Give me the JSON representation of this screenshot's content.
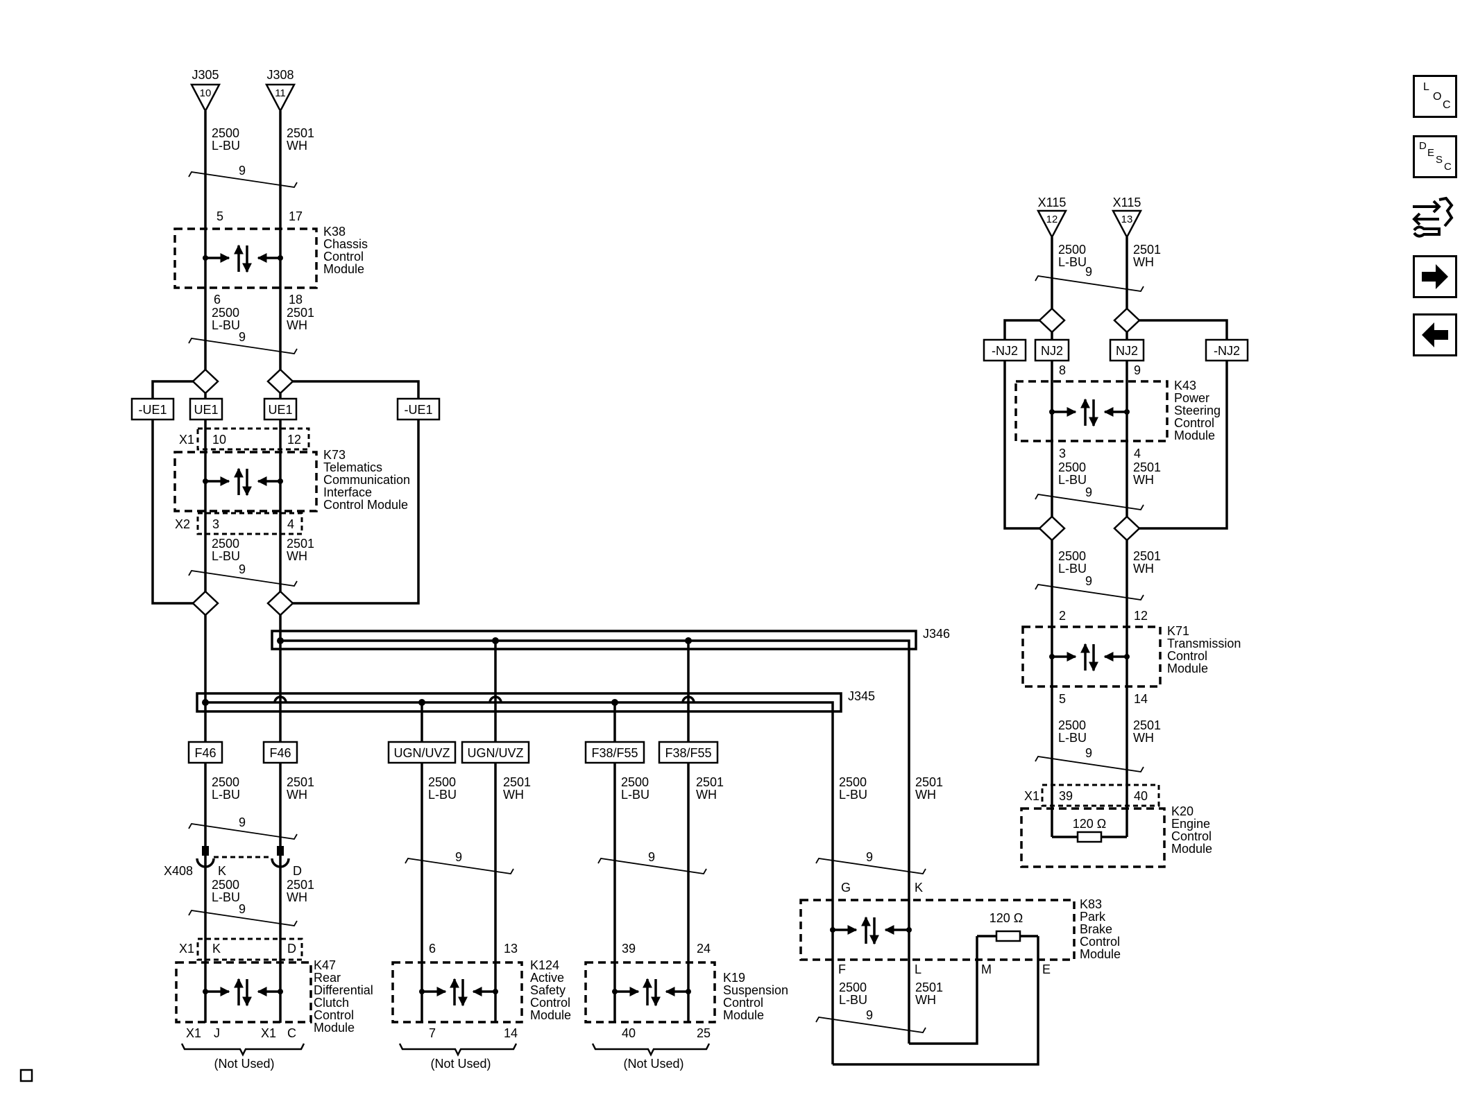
{
  "connectors_top": {
    "j305": {
      "name": "J305",
      "pin": "10"
    },
    "j308": {
      "name": "J308",
      "pin": "11"
    },
    "x115a": {
      "name": "X115",
      "pin": "12"
    },
    "x115b": {
      "name": "X115",
      "pin": "13"
    }
  },
  "wires": {
    "circuit_lbu": "2500",
    "color_lbu": "L-BU",
    "circuit_wh": "2501",
    "color_wh": "WH",
    "twist": "9"
  },
  "modules": {
    "k38": {
      "lines": [
        "K38",
        "Chassis",
        "Control",
        "Module"
      ],
      "pins": [
        "5",
        "17",
        "6",
        "18"
      ]
    },
    "k73": {
      "lines": [
        "K73",
        "Telematics",
        "Communication",
        "Interface",
        "Control Module"
      ],
      "pins": [
        "10",
        "12",
        "3",
        "4"
      ],
      "conn1": "X1",
      "conn2": "X2"
    },
    "k43": {
      "lines": [
        "K43",
        "Power",
        "Steering",
        "Control",
        "Module"
      ],
      "pins": [
        "8",
        "9",
        "3",
        "4"
      ]
    },
    "k71": {
      "lines": [
        "K71",
        "Transmission",
        "Control",
        "Module"
      ],
      "pins": [
        "2",
        "12",
        "5",
        "14"
      ]
    },
    "k20": {
      "lines": [
        "K20",
        "Engine",
        "Control",
        "Module"
      ],
      "pins": [
        "39",
        "40"
      ],
      "conn": "X1",
      "resistor": "120 Ω"
    },
    "k47": {
      "lines": [
        "K47",
        "Rear",
        "Differential",
        "Clutch",
        "Control",
        "Module"
      ],
      "pins": [
        "K",
        "D",
        "J",
        "C"
      ],
      "conn_top": "X1",
      "conn_bl": "X1",
      "conn_br": "X1"
    },
    "k124": {
      "lines": [
        "K124",
        "Active",
        "Safety",
        "Control",
        "Module"
      ],
      "pins": [
        "6",
        "13",
        "7",
        "14"
      ]
    },
    "k19": {
      "lines": [
        "K19",
        "Suspension",
        "Control",
        "Module"
      ],
      "pins": [
        "39",
        "24",
        "40",
        "25"
      ]
    },
    "k83": {
      "lines": [
        "K83",
        "Park",
        "Brake",
        "Control",
        "Module"
      ],
      "pins": [
        "G",
        "K",
        "F",
        "L",
        "M",
        "E"
      ],
      "resistor": "120 Ω"
    }
  },
  "inline_connector": {
    "name": "X408",
    "pin_a": "K",
    "pin_b": "D"
  },
  "splices": {
    "j346": "J346",
    "j345": "J345"
  },
  "options": {
    "ue1": "UE1",
    "not_ue1": "-UE1",
    "nj2": "NJ2",
    "not_nj2": "-NJ2",
    "f46": "F46",
    "ugn": "UGN/UVZ",
    "f38": "F38/F55"
  },
  "not_used": "(Not Used)",
  "side_buttons": {
    "loc": [
      "L",
      "O",
      "C"
    ],
    "desc": [
      "D",
      "E",
      "S",
      "C"
    ]
  }
}
